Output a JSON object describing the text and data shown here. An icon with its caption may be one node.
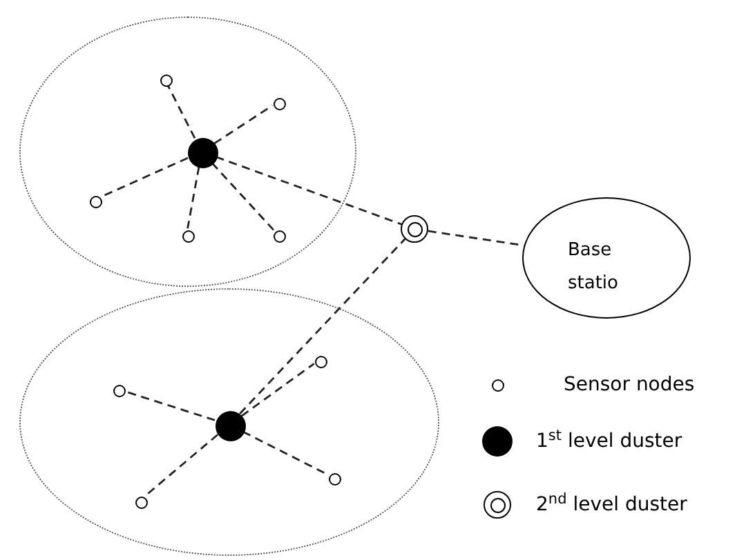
{
  "diagram": {
    "nodes": [
      {
        "text": [],
        "shape": "circle"
      },
      {
        "text": [],
        "shape": "circle",
        "in": 0
      },
      {
        "text": [],
        "shape": "circle",
        "in": 0
      },
      {
        "text": [],
        "shape": "circle",
        "in": 0
      },
      {
        "text": [],
        "shape": "circle",
        "in": 0
      },
      {
        "text": [],
        "shape": "circle",
        "in": 0
      },
      {
        "text": [],
        "shape": "circle",
        "in": 0
      },
      {
        "text": [],
        "shape": "circle"
      },
      {
        "text": [],
        "shape": "circle",
        "in": 7
      },
      {
        "text": [],
        "shape": "circle",
        "in": 7
      },
      {
        "text": [],
        "shape": "circle",
        "in": 7
      },
      {
        "text": [],
        "shape": "circle",
        "in": 7
      },
      {
        "text": [],
        "shape": "circle",
        "in": 7
      },
      {
        "text": [],
        "shape": "circle"
      },
      {
        "text": [
          "Base statio"
        ]
      }
    ],
    "edges": [
      {
        "from": 1,
        "to": 2,
        "arrow": "none",
        "style": "dashed"
      },
      {
        "from": 1,
        "to": 3,
        "arrow": "none",
        "style": "dashed"
      },
      {
        "from": 1,
        "to": 4,
        "arrow": "none",
        "style": "dashed"
      },
      {
        "from": 1,
        "to": 5,
        "arrow": "none",
        "style": "dashed"
      },
      {
        "from": 1,
        "to": 6,
        "arrow": "none",
        "style": "dashed"
      },
      {
        "from": 1,
        "to": 13,
        "arrow": "none",
        "style": "dashed"
      },
      {
        "from": 13,
        "to": 14,
        "arrow": "none",
        "style": "dashed"
      },
      {
        "from": 8,
        "to": 13,
        "arrow": "none",
        "style": "dashed"
      },
      {
        "from": 8,
        "to": 9,
        "arrow": "none",
        "style": "dashed"
      },
      {
        "from": 8,
        "to": 10,
        "arrow": "none",
        "style": "dashed"
      },
      {
        "from": 8,
        "to": 11,
        "arrow": "none",
        "style": "dashed"
      },
      {
        "from": 8,
        "to": 12,
        "arrow": "none",
        "style": "dashed"
      }
    ],
    "legend": [
      {
        "text": "Sensor nodes"
      },
      {
        "text": "1$^{st}$ level duster"
      },
      {
        "text": "2$^{nd}$ level duster"
      }
    ]
  }
}
